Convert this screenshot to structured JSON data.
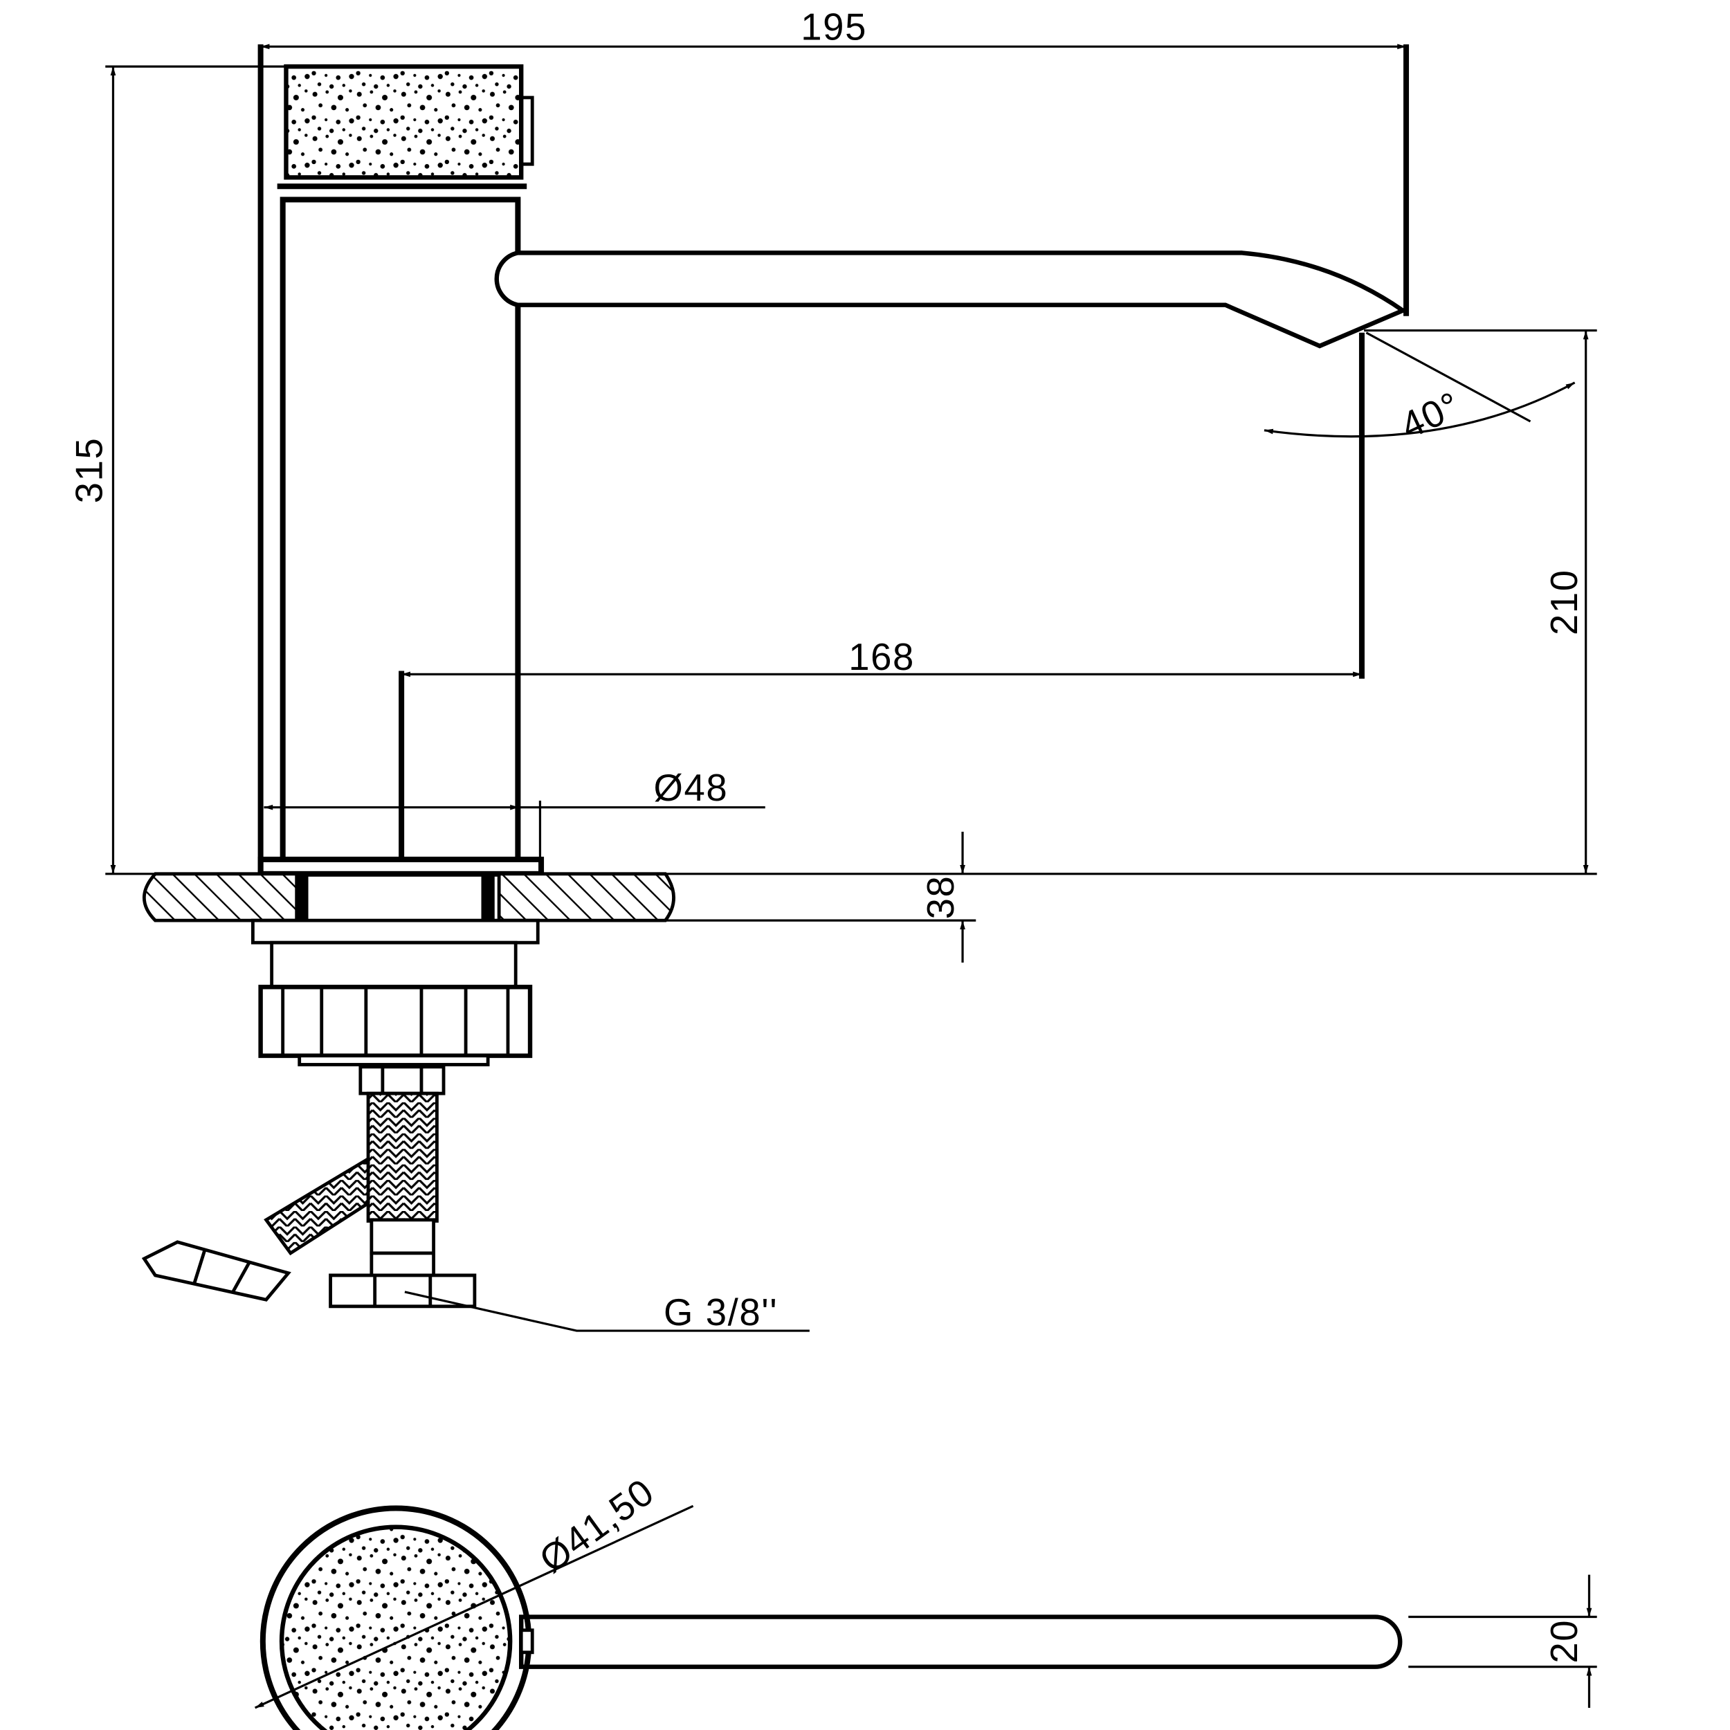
{
  "drawing": {
    "title": "Basin mixer technical drawing",
    "dimensions": {
      "overall_width": "195",
      "overall_height": "315",
      "spout_height": "210",
      "spout_reach": "168",
      "body_diameter": "Ø48",
      "max_deck_thickness": "38",
      "spout_angle": "40°",
      "connection_thread": "G 3/8''",
      "top_diameter": "Ø41,50",
      "spout_width": "20"
    },
    "colors": {
      "line": "#000000",
      "background": "#ffffff"
    }
  }
}
